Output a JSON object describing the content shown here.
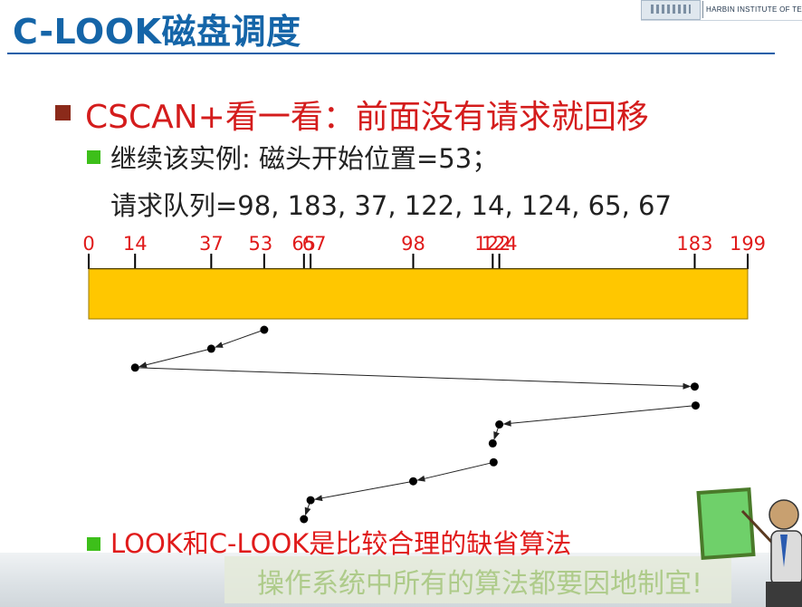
{
  "title": "C-LOOK磁盘调度",
  "logo": {
    "text": "HARBIN INSTITUTE OF TECHN"
  },
  "heading": "CSCAN+看一看：前面没有请求就回移",
  "example": {
    "intro": "继续该实例: 磁头开始位置=53；",
    "queue": "请求队列=98, 183, 37, 122, 14, 124, 65, 67"
  },
  "axis": {
    "ticks": [
      {
        "value": 0,
        "label": "0"
      },
      {
        "value": 14,
        "label": "14"
      },
      {
        "value": 37,
        "label": "37"
      },
      {
        "value": 53,
        "label": "53"
      },
      {
        "value": 65,
        "label": "65"
      },
      {
        "value": 67,
        "label": "67"
      },
      {
        "value": 98,
        "label": "98"
      },
      {
        "value": 122,
        "label": "122"
      },
      {
        "value": 124,
        "label": "124"
      },
      {
        "value": 183,
        "label": "183"
      },
      {
        "value": 199,
        "label": "199"
      }
    ],
    "min": 0,
    "max": 199,
    "tick_color": "#e01b1b",
    "bar_color": "#ffc700"
  },
  "path": [
    53,
    37,
    14,
    183,
    183,
    124,
    122,
    122,
    98,
    67,
    65
  ],
  "conclusion": "LOOK和C-LOOK是比较合理的缺省算法",
  "footer": "操作系统中所有的算法都要因地制宜!"
}
